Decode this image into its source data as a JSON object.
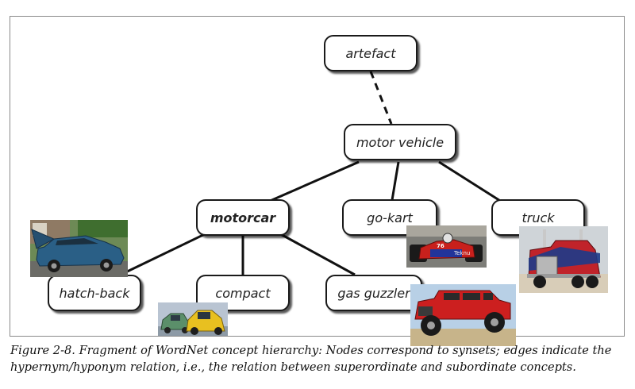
{
  "nodes": {
    "artefact": "artefact",
    "motor_vehicle": "motor vehicle",
    "motorcar": "motorcar",
    "go_kart": "go-kart",
    "truck": "truck",
    "hatch_back": "hatch-back",
    "compact": "compact",
    "gas_guzzler": "gas guzzler"
  },
  "photo_text": {
    "go_kart_sponsor": "Teknu",
    "go_kart_number": "76"
  },
  "caption": {
    "line1": "Figure 2-8. Fragment of WordNet concept hierarchy: Nodes correspond to synsets; edges indicate the",
    "line2": "hypernym/hyponym relation, i.e., the relation between superordinate and subordinate concepts."
  },
  "colors": {
    "edge": "#111111",
    "hatchback_body": "#2a5f86",
    "compact_body": "#e8c020",
    "gokart_body": "#c8201c",
    "truck_body": "#c0232a",
    "hummer_body": "#cc1f1f"
  }
}
